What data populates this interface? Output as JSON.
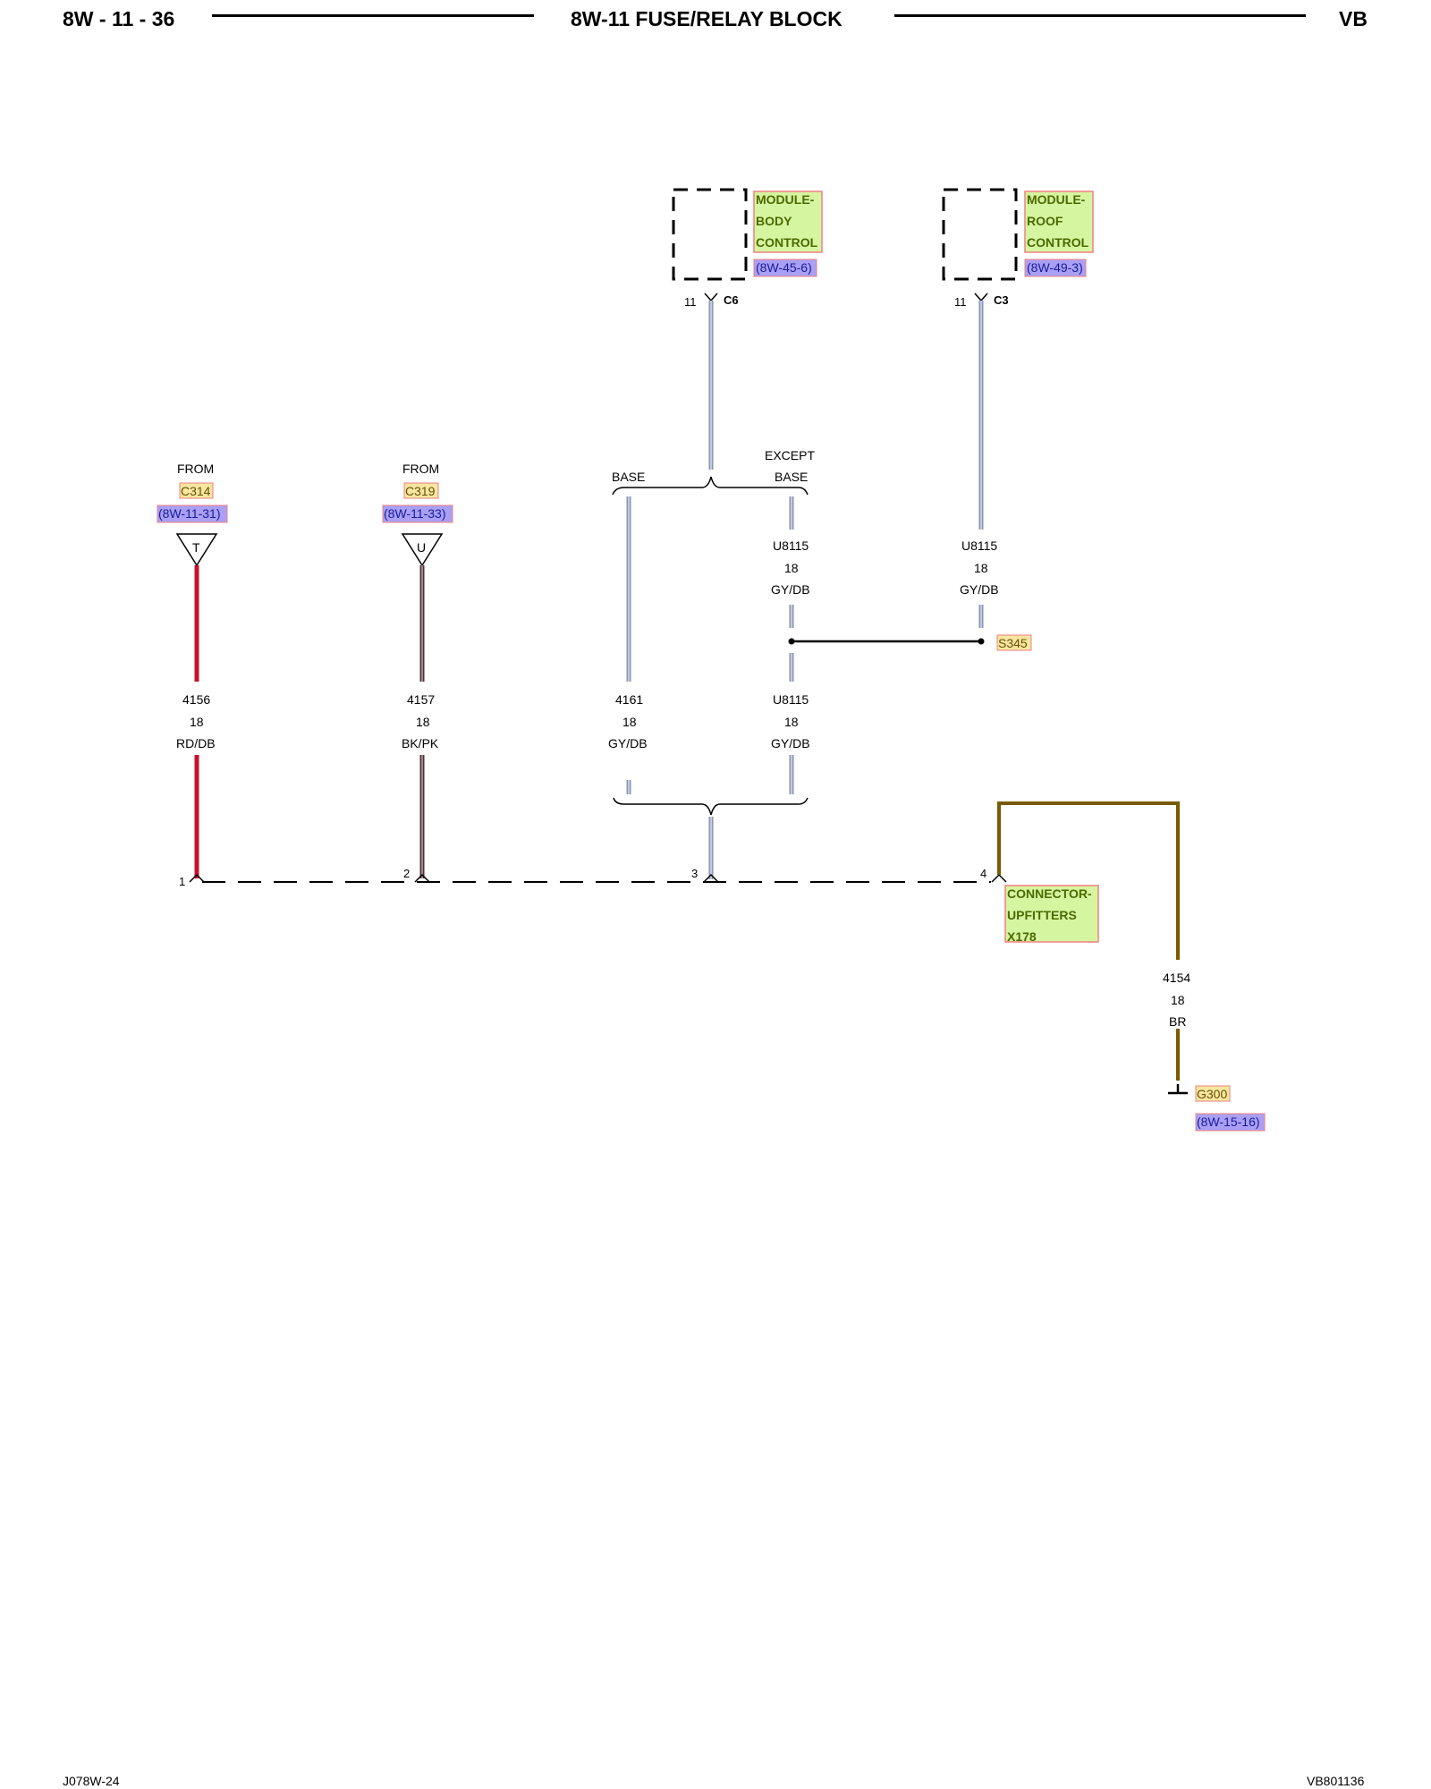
{
  "header": {
    "page_code": "8W - 11 - 36",
    "title": "8W-11 FUSE/RELAY BLOCK",
    "vehicle": "VB"
  },
  "footer": {
    "left_code": "J078W-24",
    "right_code": "VB801136"
  },
  "colors": {
    "module_fill": "#d6f5a0",
    "module_border": "#f08080",
    "module_text": "#4b6a00",
    "ref_fill": "#a9a0f5",
    "ref_text": "#1a1a9a",
    "wire_red": "#c8102e",
    "wire_gray": "#8a95b5",
    "wire_brown": "#7a5a00"
  },
  "modules": [
    {
      "label_lines": [
        "MODULE-",
        "BODY",
        "CONTROL"
      ],
      "ref": "(8W-45-6)",
      "connector": "C6",
      "pin": "11"
    },
    {
      "label_lines": [
        "MODULE-",
        "ROOF",
        "CONTROL"
      ],
      "ref": "(8W-49-3)",
      "connector": "C3",
      "pin": "11"
    }
  ],
  "inputs": [
    {
      "from": "FROM",
      "connector": "C314",
      "ref": "(8W-11-31)",
      "letter": "T",
      "wire": {
        "circuit": "4156",
        "gauge": "18",
        "color_code": "RD/DB"
      }
    },
    {
      "from": "FROM",
      "connector": "C319",
      "ref": "(8W-11-33)",
      "letter": "U",
      "wire": {
        "circuit": "4157",
        "gauge": "18",
        "color_code": "BK/PK"
      }
    }
  ],
  "options": {
    "base": "BASE",
    "except_line1": "EXCEPT",
    "except_line2": "BASE"
  },
  "upper_wires": [
    {
      "circuit": "U8115",
      "gauge": "18",
      "color_code": "GY/DB"
    },
    {
      "circuit": "U8115",
      "gauge": "18",
      "color_code": "GY/DB"
    }
  ],
  "lower_wires": [
    {
      "circuit": "4161",
      "gauge": "18",
      "color_code": "GY/DB"
    },
    {
      "circuit": "U8115",
      "gauge": "18",
      "color_code": "GY/DB"
    }
  ],
  "splice": "S345",
  "connector": {
    "label_lines": [
      "CONNECTOR-",
      "UPFITTERS",
      "X178"
    ],
    "pins": [
      "1",
      "2",
      "3",
      "4"
    ]
  },
  "ground_wire": {
    "circuit": "4154",
    "gauge": "18",
    "color_code": "BR"
  },
  "ground": {
    "label": "G300",
    "ref": "(8W-15-16)"
  }
}
